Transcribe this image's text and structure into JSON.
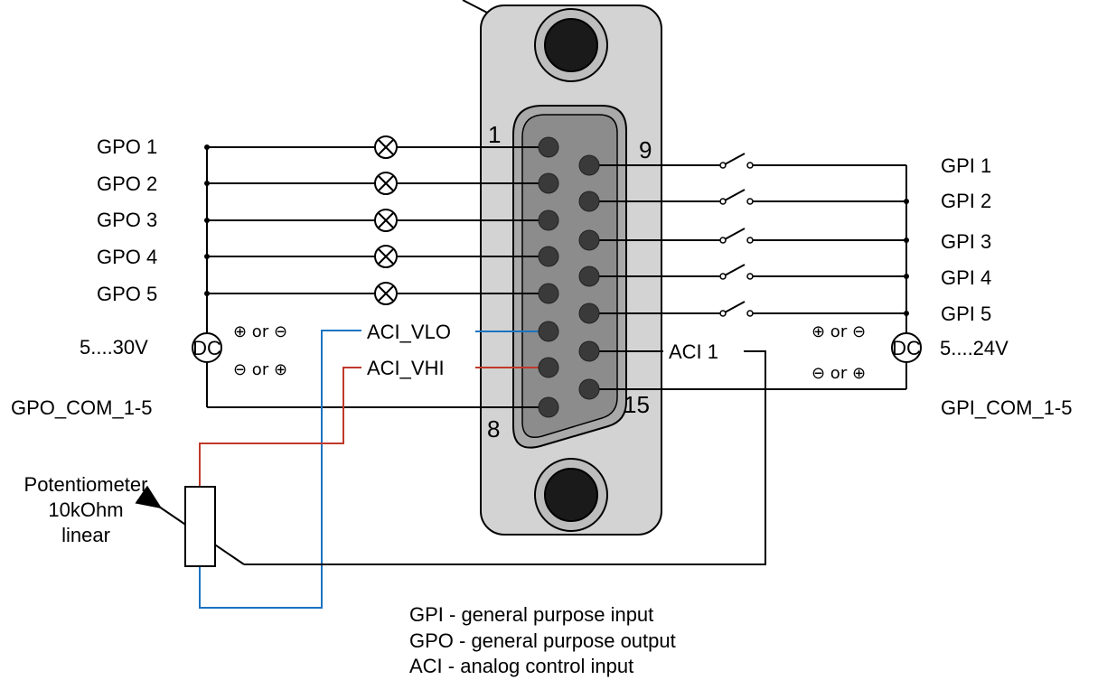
{
  "connector": {
    "pin_first": "1",
    "pin_nine": "9",
    "pin_eight": "8",
    "pin_fifteen": "15"
  },
  "outputs": {
    "labels": [
      "GPO 1",
      "GPO 2",
      "GPO 3",
      "GPO 4",
      "GPO 5"
    ],
    "supply": "5....30V",
    "dc": "DC",
    "polarity_top": "⊕ or ⊖",
    "polarity_bottom": "⊖ or ⊕",
    "common": "GPO_COM_1-5"
  },
  "inputs": {
    "labels": [
      "GPI 1",
      "GPI 2",
      "GPI 3",
      "GPI 4",
      "GPI 5"
    ],
    "supply": "5....24V",
    "dc": "DC",
    "polarity_top": "⊕ or ⊖",
    "polarity_bottom": "⊖ or ⊕",
    "common": "GPI_COM_1-5"
  },
  "analog": {
    "vlo": "ACI_VLO",
    "vhi": "ACI_VHI",
    "aci1": "ACI 1",
    "vlo_color": "#1a73c1",
    "vhi_color": "#c0392b"
  },
  "potentiometer": {
    "line1": "Potentiometer",
    "line2": "10kOhm",
    "line3": "linear"
  },
  "legend": [
    "GPI - general purpose input",
    "GPO - general purpose output",
    "ACI - analog control input"
  ]
}
